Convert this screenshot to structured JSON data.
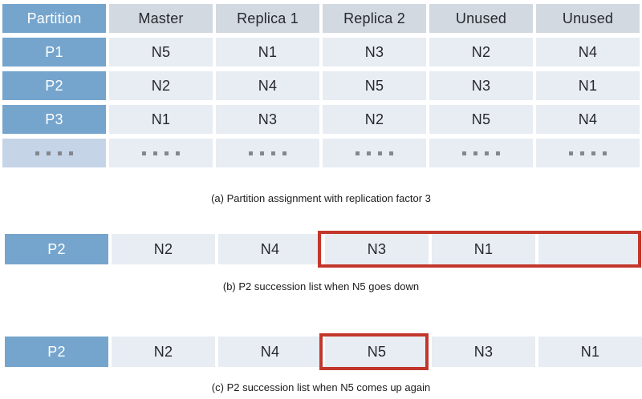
{
  "figure": {
    "table_a": {
      "header": [
        "Partition",
        "Master",
        "Replica 1",
        "Replica 2",
        "Unused",
        "Unused"
      ],
      "rows": [
        {
          "partition": "P1",
          "cells": [
            "N5",
            "N1",
            "N3",
            "N2",
            "N4"
          ]
        },
        {
          "partition": "P2",
          "cells": [
            "N2",
            "N4",
            "N5",
            "N3",
            "N1"
          ]
        },
        {
          "partition": "P3",
          "cells": [
            "N1",
            "N3",
            "N2",
            "N5",
            "N4"
          ]
        }
      ],
      "ellipsis_row": "....",
      "caption": "(a) Partition assignment with replication factor 3"
    },
    "table_b": {
      "partition": "P2",
      "cells": [
        "N2",
        "N4",
        "N3",
        "N1",
        ""
      ],
      "highlight": {
        "columns": "4-6",
        "note": "red box around N3, N1 and empty slot"
      },
      "caption": "(b) P2 succession list when N5 goes down"
    },
    "table_c": {
      "partition": "P2",
      "cells": [
        "N2",
        "N4",
        "N5",
        "N3",
        "N1"
      ],
      "highlight": {
        "columns": "4",
        "note": "red box around N5"
      },
      "caption": "(c) P2 succession list when N5 comes up again"
    },
    "colors": {
      "partition_blue": "#75a5cd",
      "header_gray": "#d3d9e1",
      "cell_light": "#e8ecf3",
      "ellipsis_partition_cell": "#c5d4e7",
      "dot_gray": "#84878d",
      "highlight_red": "#c2362b",
      "text_dark": "#26282c",
      "text_white": "#ffffff"
    }
  }
}
